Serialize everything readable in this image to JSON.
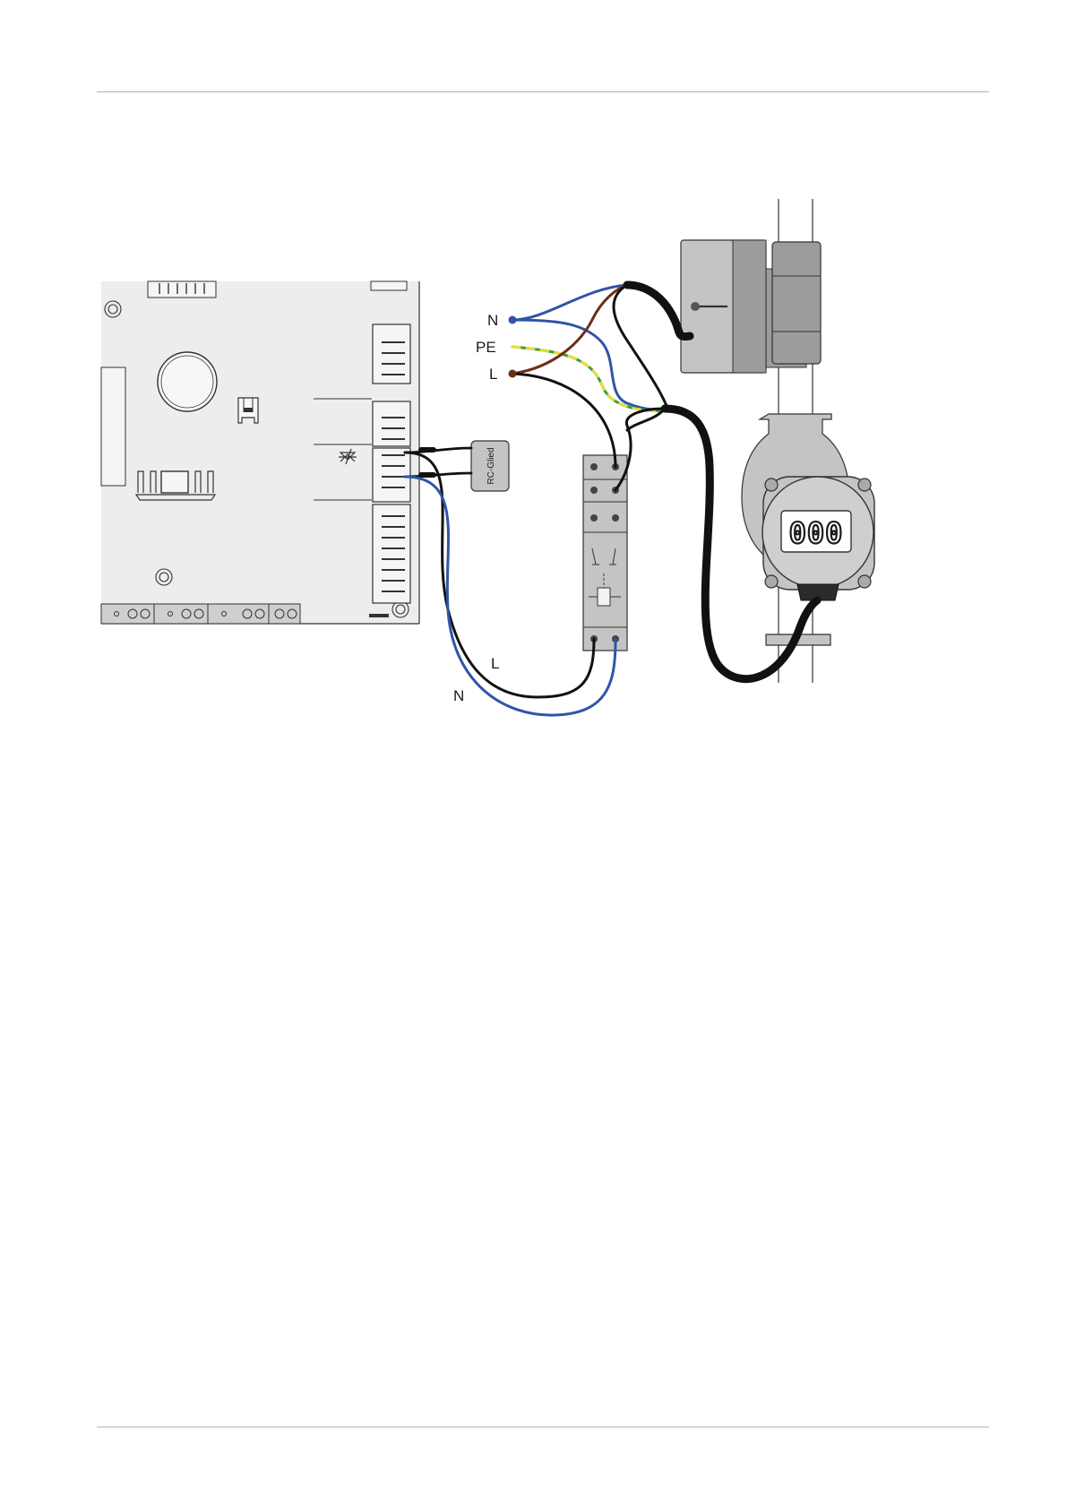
{
  "labels": {
    "n_supply": "N",
    "pe_supply": "PE",
    "l_supply": "L",
    "rc_component": "RC-Glied",
    "l_board": "L",
    "n_board": "N",
    "pump_display": "000"
  },
  "colors": {
    "neutral_wire": "#2f55a8",
    "live_wire": "#6b2e17",
    "earth_wire_green": "#3f9b3f",
    "earth_wire_yellow": "#e8dc3a",
    "cable": "#111111",
    "board": "#ededed",
    "device_grey": "#c4c4c4"
  },
  "icons": {
    "board": "control-board",
    "relay": "din-rail-relay-icon",
    "valve": "valve-actuator-icon",
    "pump": "circulation-pump-icon"
  }
}
